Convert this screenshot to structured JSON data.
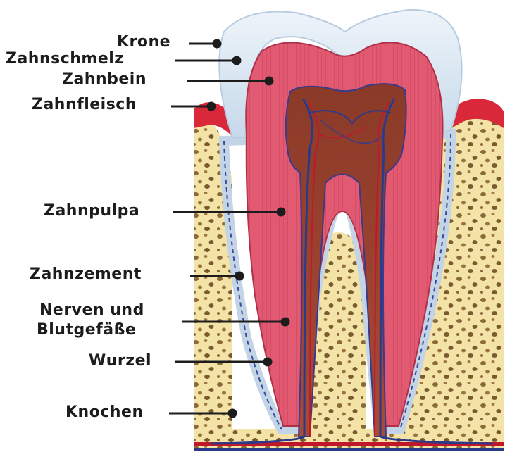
{
  "diagram": {
    "labels": {
      "krone": "Krone",
      "zahnschmelz": "Zahnschmelz",
      "zahnbein": "Zahnbein",
      "zahnfleisch": "Zahnfleisch",
      "zahnpulpa": "Zahnpulpa",
      "zahnzement": "Zahnzement",
      "nerven_line1": "Nerven und",
      "nerven_line2": "Blutgefäße",
      "wurzel": "Wurzel",
      "knochen": "Knochen"
    },
    "colors": {
      "enamel": "#dde9f3",
      "dentin": "#e0576f",
      "pulp": "#8a3b2a",
      "gum": "#d8283a",
      "bone": "#f3e3a6",
      "bone_spots": "#8a6a3a",
      "cementum": "#c2d4e6",
      "nerve_blue": "#2a3a8a",
      "vessel_red": "#c0182a",
      "label_text": "#1c1c1c"
    }
  }
}
